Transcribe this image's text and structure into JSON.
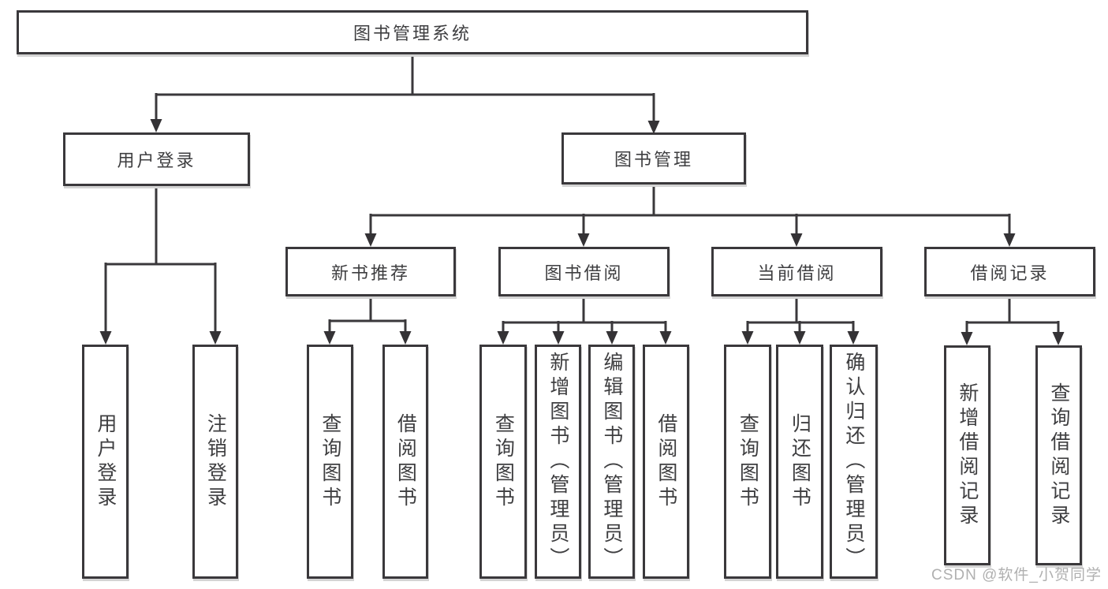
{
  "diagram": {
    "type": "hierarchy-tree",
    "root": {
      "label": "图书管理系统"
    },
    "level2": [
      {
        "id": "user-login",
        "label": "用户登录"
      },
      {
        "id": "book-management",
        "label": "图书管理"
      }
    ],
    "level3": [
      {
        "id": "new-book-recommend",
        "label": "新书推荐",
        "parent": "book-management"
      },
      {
        "id": "book-borrow",
        "label": "图书借阅",
        "parent": "book-management"
      },
      {
        "id": "current-borrow",
        "label": "当前借阅",
        "parent": "book-management"
      },
      {
        "id": "borrow-records",
        "label": "借阅记录",
        "parent": "book-management"
      }
    ],
    "leaves": {
      "user_login": [
        {
          "label": "用户登录"
        },
        {
          "label": "注销登录"
        }
      ],
      "new_book_recommend": [
        {
          "label": "查询图书"
        },
        {
          "label": "借阅图书"
        }
      ],
      "book_borrow": [
        {
          "label": "查询图书"
        },
        {
          "label": "新增图书（管理员）"
        },
        {
          "label": "编辑图书（管理员）"
        },
        {
          "label": "借阅图书"
        }
      ],
      "current_borrow": [
        {
          "label": "查询图书"
        },
        {
          "label": "归还图书"
        },
        {
          "label": "确认归还（管理员）"
        }
      ],
      "borrow_records": [
        {
          "label": "新增借阅记录"
        },
        {
          "label": "查询借阅记录"
        }
      ]
    }
  },
  "watermark": "CSDN @软件_小贺同学",
  "colors": {
    "line": "#3a383b",
    "border": "#3a383b",
    "text": "#3e3e40",
    "watermark": "#b0b0b0",
    "background": "#ffffff"
  }
}
